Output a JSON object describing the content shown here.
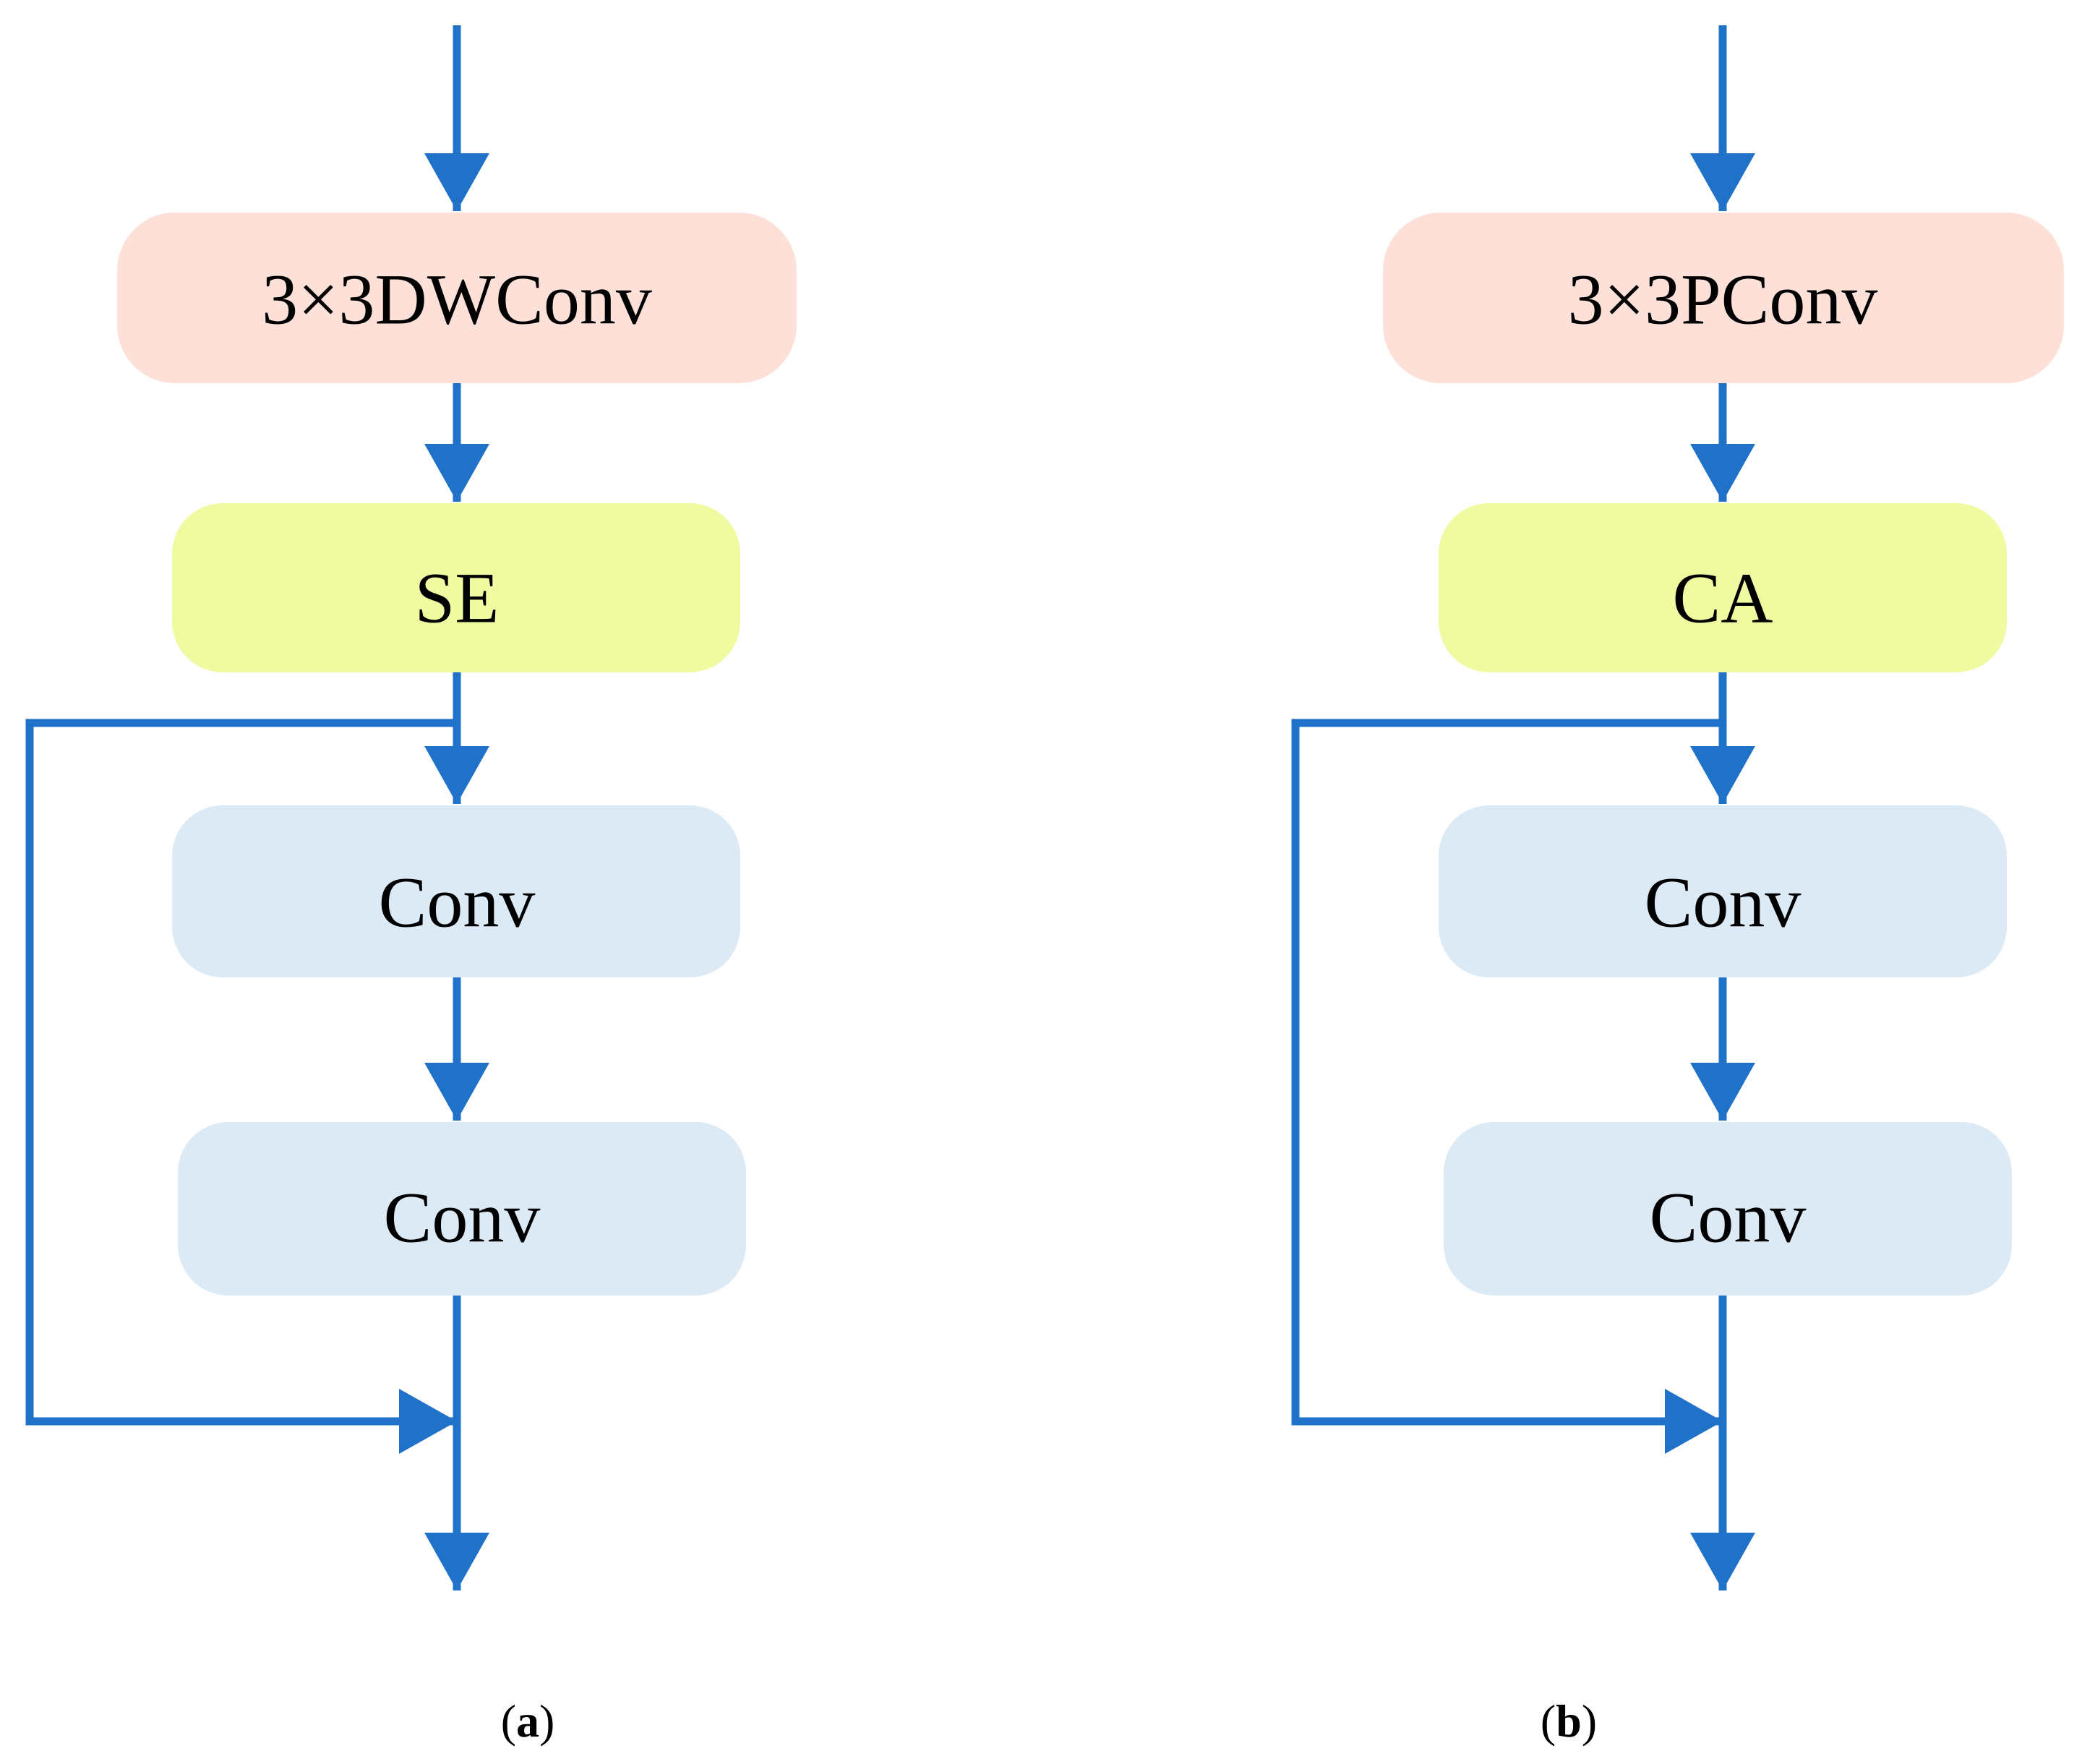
{
  "colors": {
    "arrow": "#2072C9",
    "conv_block": "#DCEAF6",
    "attention_block": "#F0FBA1",
    "first_block": "#FDE1D8",
    "text": "#000000"
  },
  "panels": [
    {
      "caption": {
        "open": "(",
        "letter": "a",
        "close": ")"
      },
      "blocks": [
        {
          "label": "3×3DWConv"
        },
        {
          "label": "SE"
        },
        {
          "label": "Conv"
        },
        {
          "label": "Conv"
        }
      ]
    },
    {
      "caption": {
        "open": "(",
        "letter": "b",
        "close": ")"
      },
      "blocks": [
        {
          "label": "3×3PConv"
        },
        {
          "label": "CA"
        },
        {
          "label": "Conv"
        },
        {
          "label": "Conv"
        }
      ]
    }
  ]
}
